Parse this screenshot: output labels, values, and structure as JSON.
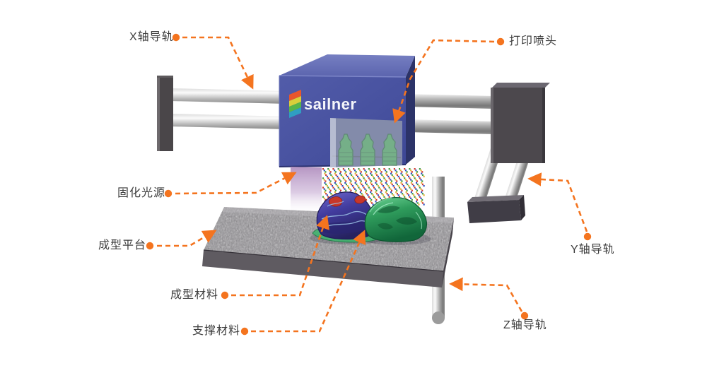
{
  "diagram": {
    "subject": "3D printer structure diagram",
    "background": "#ffffff"
  },
  "logo": {
    "text": "sailner",
    "icon": "sailner-ribbon-icon"
  },
  "labels": {
    "x_rail": "X轴导轨",
    "print_head": "打印喷头",
    "curing_light": "固化光源",
    "platform": "成型平台",
    "model_material": "成型材料",
    "support_material": "支撑材料",
    "y_rail": "Y轴导轨",
    "z_rail": "Z轴导轨"
  },
  "colors": {
    "callout_orange": "#f4741f",
    "label_text": "#3d3d3d",
    "machine_body_blue": "#4a54a4",
    "rail_metal": "#a8a8a8",
    "platform_granite": "#8e8b90",
    "beam_purple": "#b18fbf",
    "model_purple": "#3a3590",
    "model_red": "#c23125",
    "support_green": "#1e8748",
    "droplets": [
      "#d23b2e",
      "#2f4fc0",
      "#3f9b47",
      "#e8b033"
    ]
  }
}
